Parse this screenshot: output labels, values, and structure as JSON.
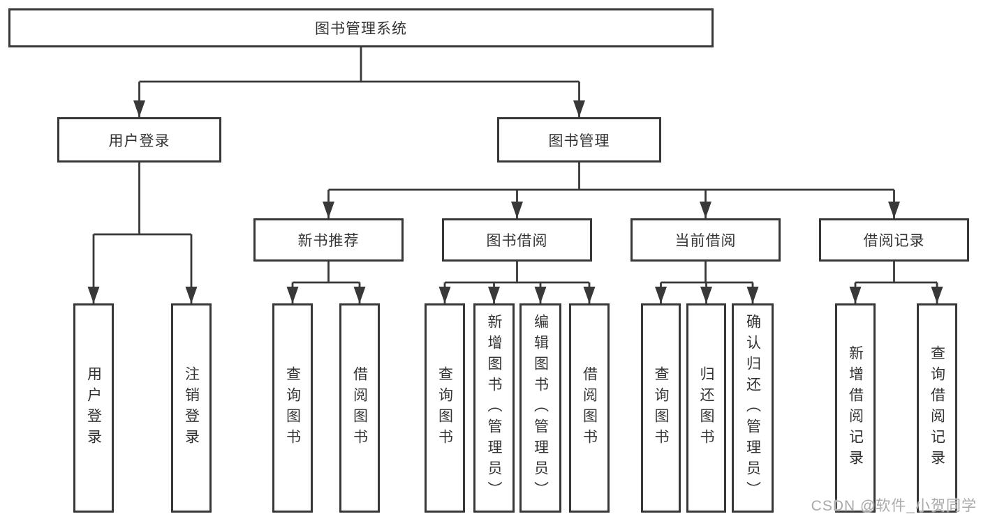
{
  "diagram": {
    "type": "hierarchy-tree",
    "nodes": {
      "root": "图书管理系统",
      "user_login": "用户登录",
      "book_management": "图书管理",
      "new_book_recommend": "新书推荐",
      "book_borrow": "图书借阅",
      "current_borrow": "当前借阅",
      "borrow_records": "借阅记录",
      "leaves": {
        "user_login": "用户登录",
        "logout": "注销登录",
        "rec_query_books": "查询图书",
        "rec_borrow_books": "借阅图书",
        "bb_query_books": "查询图书",
        "bb_add_books": "新增图书（管理员）",
        "bb_edit_books": "编辑图书（管理员）",
        "bb_borrow_books": "借阅图书",
        "cb_query_books": "查询图书",
        "cb_return_books": "归还图书",
        "cb_confirm_return": "确认归还（管理员）",
        "br_add_record": "新增借阅记录",
        "br_query_record": "查询借阅记录"
      }
    },
    "hierarchy": {
      "图书管理系统": [
        "用户登录",
        "图书管理"
      ],
      "用户登录": [
        "用户登录",
        "注销登录"
      ],
      "图书管理": [
        "新书推荐",
        "图书借阅",
        "当前借阅",
        "借阅记录"
      ],
      "新书推荐": [
        "查询图书",
        "借阅图书"
      ],
      "图书借阅": [
        "查询图书",
        "新增图书（管理员）",
        "编辑图书（管理员）",
        "借阅图书"
      ],
      "当前借阅": [
        "查询图书",
        "归还图书",
        "确认归还（管理员）"
      ],
      "借阅记录": [
        "新增借阅记录",
        "查询借阅记录"
      ]
    },
    "colors": {
      "line": "#383838",
      "box_border": "#383838",
      "text": "#333333",
      "watermark": "#a9a9a9",
      "background": "#ffffff"
    }
  },
  "watermark": "CSDN @软件_小贺同学"
}
